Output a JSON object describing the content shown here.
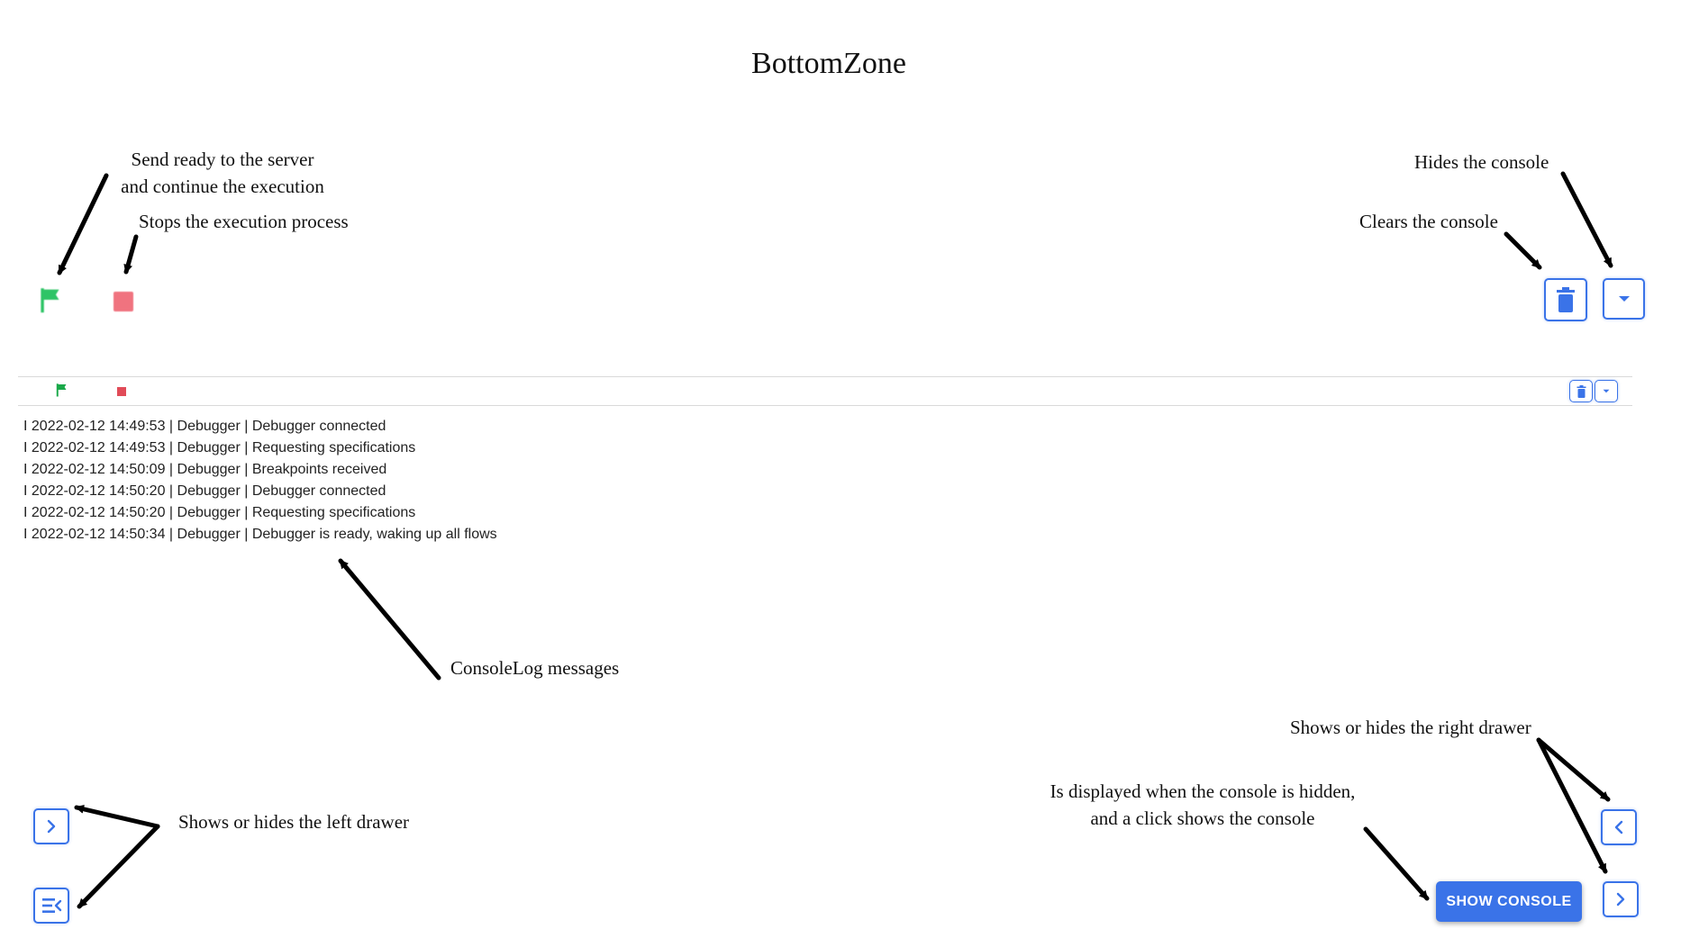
{
  "title": "BottomZone",
  "annotations": {
    "send_ready_line1": "Send ready to the server",
    "send_ready_line2": "and continue the execution",
    "stop_execution": "Stops the execution process",
    "hides_console": "Hides the console",
    "clears_console": "Clears the console",
    "consolelog_messages": "ConsoleLog messages",
    "right_drawer": "Shows or hides the right drawer",
    "left_drawer": "Shows or hides the left drawer",
    "show_console_line1": "Is displayed when the console is hidden,",
    "show_console_line2": "and a click shows the console"
  },
  "console": {
    "logs": [
      "I 2022-02-12 14:49:53 | Debugger | Debugger connected",
      "I 2022-02-12 14:49:53 | Debugger | Requesting specifications",
      "I 2022-02-12 14:50:09 | Debugger | Breakpoints received",
      "I 2022-02-12 14:50:20 | Debugger | Debugger connected",
      "I 2022-02-12 14:50:20 | Debugger | Requesting specifications",
      "I 2022-02-12 14:50:34 | Debugger | Debugger is ready, waking up all flows"
    ]
  },
  "buttons": {
    "show_console_label": "SHOW CONSOLE"
  },
  "icons": {
    "ready": "flag-icon",
    "stop": "stop-icon",
    "clear": "trash-icon",
    "hide": "caret-down-icon",
    "left_drawer": "chevron-right-icon",
    "left_menu": "menu-collapse-icon",
    "right_drawer_open": "chevron-left-icon",
    "right_drawer_close": "chevron-right-icon"
  },
  "colors": {
    "accent": "#3a73e8",
    "ready": "#1db954",
    "stop": "#e14b58",
    "arrow": "#000000"
  }
}
